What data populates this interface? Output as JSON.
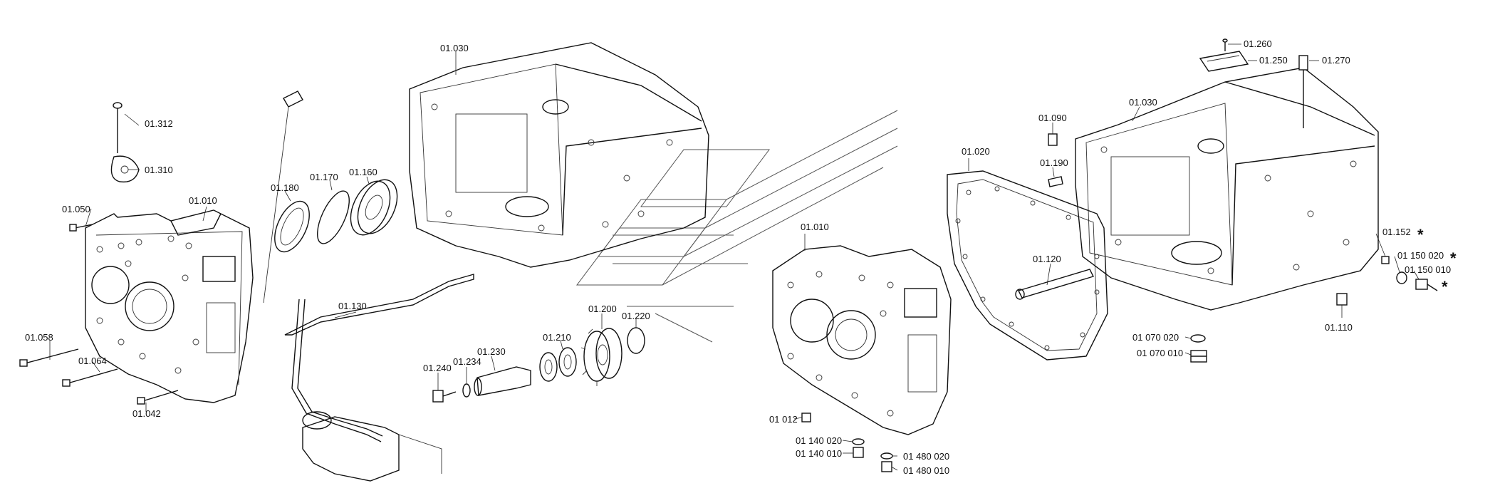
{
  "labels": {
    "l01312": "01.312",
    "l01310": "01.310",
    "l01050": "01.050",
    "l01010a": "01.010",
    "l01058": "01.058",
    "l01064": "01.064",
    "l01042": "01.042",
    "l01180": "01.180",
    "l01170": "01.170",
    "l01160": "01.160",
    "l01030a": "01.030",
    "l01130": "01.130",
    "l01200": "01.200",
    "l01220": "01.220",
    "l01210": "01.210",
    "l01230": "01.230",
    "l01234": "01.234",
    "l01240": "01.240",
    "l01010b": "01.010",
    "l01012": "01 012",
    "l01140020": "01 140 020",
    "l01140010": "01 140 010",
    "l01480020": "01 480 020",
    "l01480010": "01 480 010",
    "l01260": "01.260",
    "l01250": "01.250",
    "l01270": "01.270",
    "l01030b": "01.030",
    "l01090": "01.090",
    "l01190": "01.190",
    "l01020": "01.020",
    "l01120": "01.120",
    "l01152": "01.152",
    "l01150020": "01 150 020",
    "l01150010": "01 150 010",
    "l01110": "01.110",
    "l01070020": "01 070 020",
    "l01070010": "01 070 010"
  },
  "markers": {
    "star": "*"
  },
  "icons": {
    "watermark": "watermark-logo-icon"
  }
}
